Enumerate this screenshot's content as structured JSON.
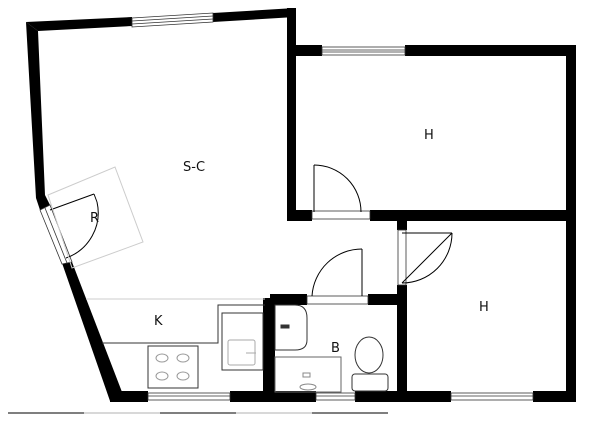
{
  "plan": {
    "type": "apartment floor plan",
    "rooms": [
      {
        "id": "living-kitchen",
        "label": "S-C"
      },
      {
        "id": "bedroom-1",
        "label": "H"
      },
      {
        "id": "bedroom-2",
        "label": "H"
      },
      {
        "id": "hall",
        "label": "R"
      },
      {
        "id": "kitchen",
        "label": "K"
      },
      {
        "id": "bathroom",
        "label": "B"
      }
    ],
    "colors": {
      "wall": "#000000",
      "background": "#ffffff",
      "fixture": "#333333",
      "light": "#bbbbbb"
    }
  }
}
